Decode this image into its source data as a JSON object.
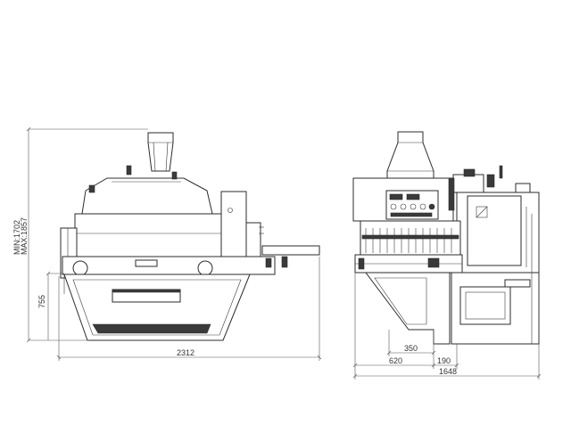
{
  "dimensions": {
    "height_min": "MIN:1702",
    "height_max": "MAX:1857",
    "table_height": "755",
    "length": "2312",
    "dim_350": "350",
    "dim_620": "620",
    "dim_190": "190",
    "width": "1648"
  }
}
